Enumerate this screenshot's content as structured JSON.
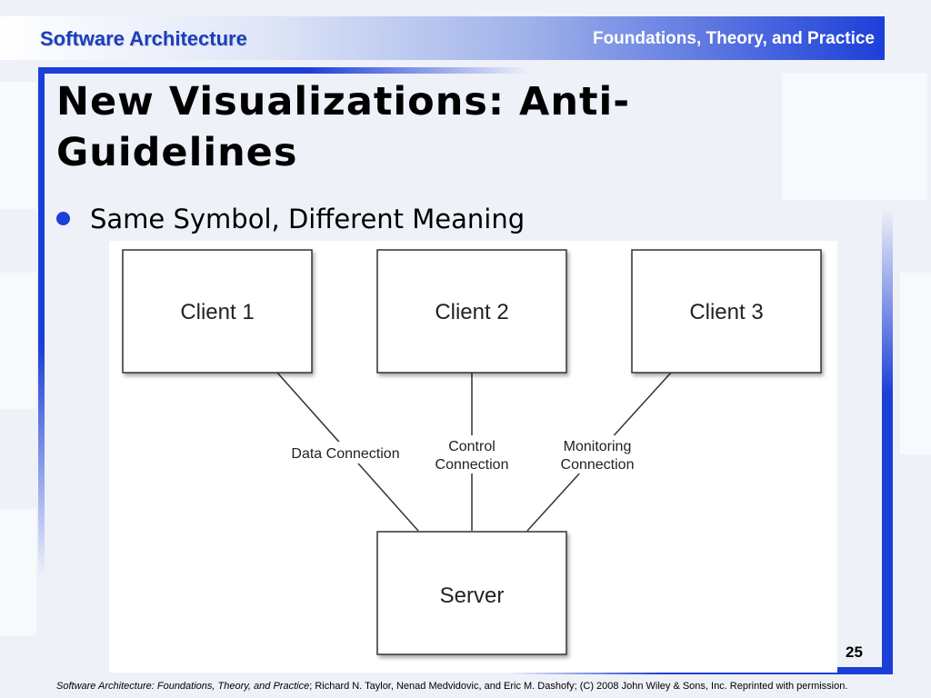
{
  "header": {
    "left_title": "Software Architecture",
    "right_title": "Foundations, Theory, and Practice"
  },
  "slide": {
    "title": "New Visualizations: Anti-Guidelines",
    "bullet": "Same Symbol, Different Meaning",
    "number": "25"
  },
  "diagram": {
    "nodes": {
      "client1": "Client 1",
      "client2": "Client 2",
      "client3": "Client 3",
      "server": "Server"
    },
    "edges": {
      "data_connection": "Data Connection",
      "control_line1": "Control",
      "control_line2": "Connection",
      "monitoring_line1": "Monitoring",
      "monitoring_line2": "Connection"
    }
  },
  "footer": {
    "citation_title": "Software Architecture: Foundations, Theory, and Practice",
    "citation_rest": "; Richard N. Taylor, Nenad Medvidovic, and Eric M. Dashofy; (C) 2008 John Wiley & Sons, Inc. Reprinted with permission."
  },
  "colors": {
    "accent": "#1c3fd8",
    "header_text": "#1c3fb8"
  }
}
